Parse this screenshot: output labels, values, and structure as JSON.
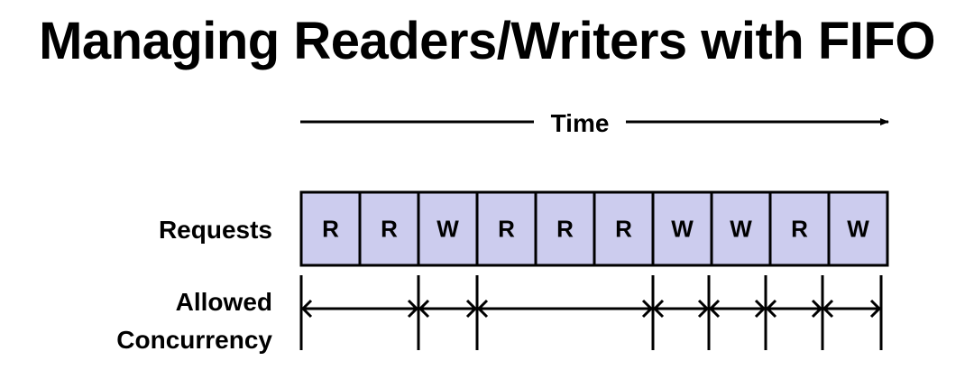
{
  "title": "Managing Readers/Writers with FIFO",
  "time_label": "Time",
  "labels": {
    "requests": "Requests",
    "allowed_concurrency_line1": "Allowed",
    "allowed_concurrency_line2": "Concurrency"
  },
  "requests": [
    "R",
    "R",
    "W",
    "R",
    "R",
    "R",
    "W",
    "W",
    "R",
    "W"
  ],
  "concurrency_groups": [
    {
      "start": 0,
      "end": 2
    },
    {
      "start": 2,
      "end": 3
    },
    {
      "start": 3,
      "end": 6
    },
    {
      "start": 6,
      "end": 7
    },
    {
      "start": 7,
      "end": 8
    },
    {
      "start": 8,
      "end": 9
    },
    {
      "start": 9,
      "end": 10
    }
  ],
  "colors": {
    "cell_fill": "#ccccee",
    "stroke": "#000000"
  }
}
